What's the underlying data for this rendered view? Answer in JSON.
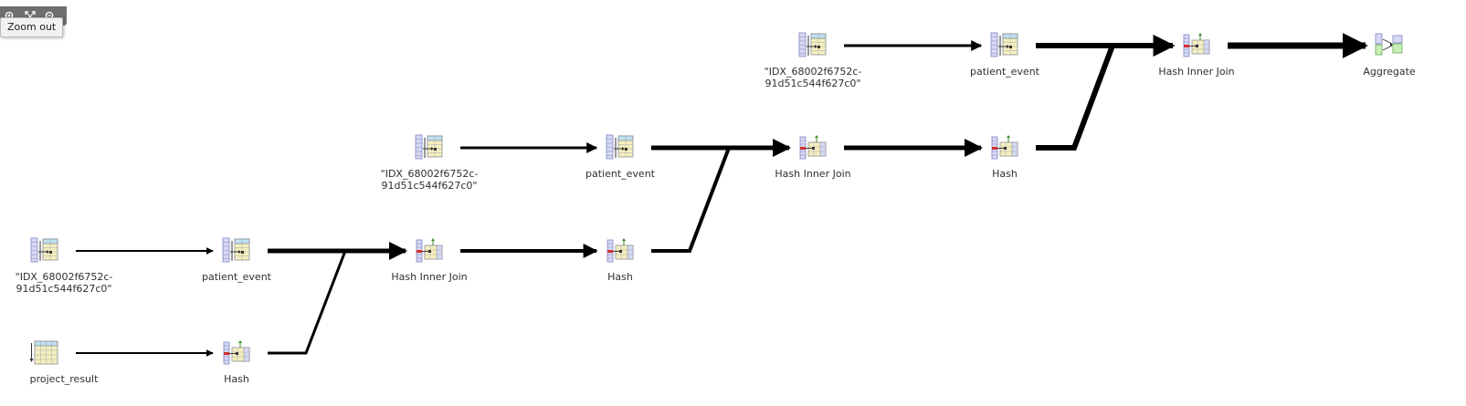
{
  "toolbar": {
    "buttons": [
      {
        "name": "zoom-in-icon"
      },
      {
        "name": "fit-to-screen-icon"
      },
      {
        "name": "zoom-out-icon"
      }
    ],
    "tooltip": "Zoom out"
  },
  "nodes": [
    {
      "id": "idx1",
      "label": "\"IDX_68002f6752c-\n91d51c544f627c0\"",
      "icon": "index-scan-icon"
    },
    {
      "id": "pe1",
      "label": "patient_event",
      "icon": "index-scan-icon"
    },
    {
      "id": "pr",
      "label": "project_result",
      "icon": "table-scan-icon"
    },
    {
      "id": "h1",
      "label": "Hash",
      "icon": "hash-icon"
    },
    {
      "id": "idx2",
      "label": "\"IDX_68002f6752c-\n91d51c544f627c0\"",
      "icon": "index-scan-icon"
    },
    {
      "id": "pe2",
      "label": "patient_event",
      "icon": "index-scan-icon"
    },
    {
      "id": "hj1",
      "label": "Hash Inner Join",
      "icon": "hash-join-icon"
    },
    {
      "id": "h2",
      "label": "Hash",
      "icon": "hash-icon"
    },
    {
      "id": "idx3",
      "label": "\"IDX_68002f6752c-\n91d51c544f627c0\"",
      "icon": "index-scan-icon"
    },
    {
      "id": "pe3",
      "label": "patient_event",
      "icon": "index-scan-icon"
    },
    {
      "id": "hj2",
      "label": "Hash Inner Join",
      "icon": "hash-join-icon"
    },
    {
      "id": "h3",
      "label": "Hash",
      "icon": "hash-icon"
    },
    {
      "id": "hj3",
      "label": "Hash Inner Join",
      "icon": "hash-join-icon"
    },
    {
      "id": "agg",
      "label": "Aggregate",
      "icon": "aggregate-icon"
    }
  ],
  "edges": [
    {
      "from": "idx1",
      "to": "pe1",
      "weight": 2
    },
    {
      "from": "pr",
      "to": "h1",
      "weight": 2
    },
    {
      "from": "pe1",
      "to": "hj1",
      "weight": 5
    },
    {
      "from": "h1",
      "to": "hj1",
      "weight": 3
    },
    {
      "from": "idx2",
      "to": "pe2",
      "weight": 3
    },
    {
      "from": "hj1",
      "to": "h2",
      "weight": 4
    },
    {
      "from": "pe2",
      "to": "hj2",
      "weight": 5
    },
    {
      "from": "h2",
      "to": "hj2",
      "weight": 4
    },
    {
      "from": "idx3",
      "to": "pe3",
      "weight": 3
    },
    {
      "from": "hj2",
      "to": "h3",
      "weight": 5
    },
    {
      "from": "pe3",
      "to": "hj3",
      "weight": 6
    },
    {
      "from": "h3",
      "to": "hj3",
      "weight": 6
    },
    {
      "from": "hj3",
      "to": "agg",
      "weight": 7
    }
  ]
}
